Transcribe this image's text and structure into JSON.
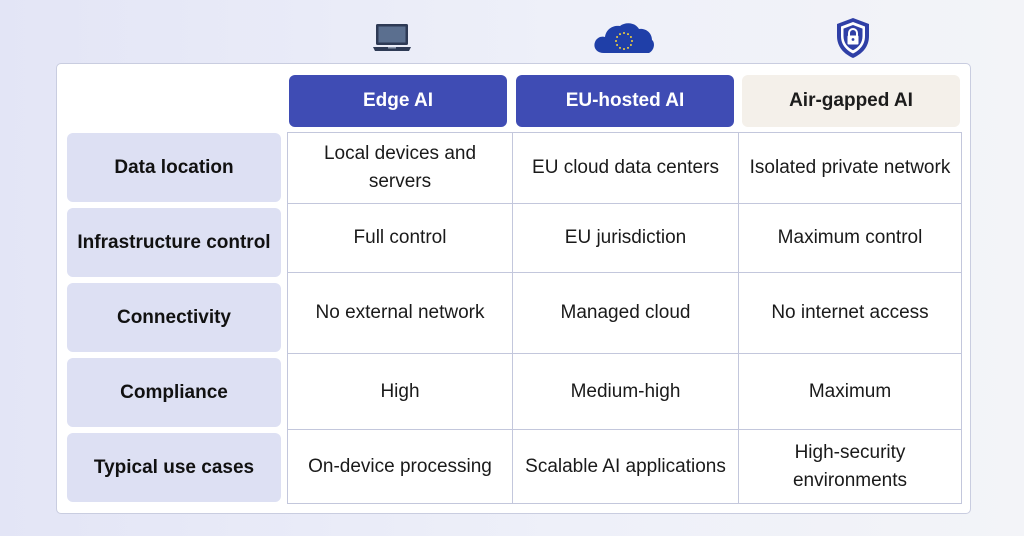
{
  "columns": [
    {
      "label": "Edge AI",
      "icon": "laptop-icon",
      "color": "#3f4cb4"
    },
    {
      "label": "EU-hosted AI",
      "icon": "eu-cloud-icon",
      "color": "#3f4cb4"
    },
    {
      "label": "Air-gapped AI",
      "icon": "shield-lock-icon",
      "color": "#f4f0ea"
    }
  ],
  "rows": [
    {
      "label": "Data location",
      "cells": [
        "Local devices and servers",
        "EU cloud data centers",
        "Isolated private network"
      ]
    },
    {
      "label": "Infrastructure control",
      "cells": [
        "Full control",
        "EU jurisdiction",
        "Maximum control"
      ]
    },
    {
      "label": "Connectivity",
      "cells": [
        "No external network",
        "Managed cloud",
        "No internet access"
      ]
    },
    {
      "label": "Compliance",
      "cells": [
        "High",
        "Medium-high",
        "Maximum"
      ]
    },
    {
      "label": "Typical use cases",
      "cells": [
        "On-device processing",
        "Scalable AI applications",
        "High-security environments"
      ]
    }
  ]
}
